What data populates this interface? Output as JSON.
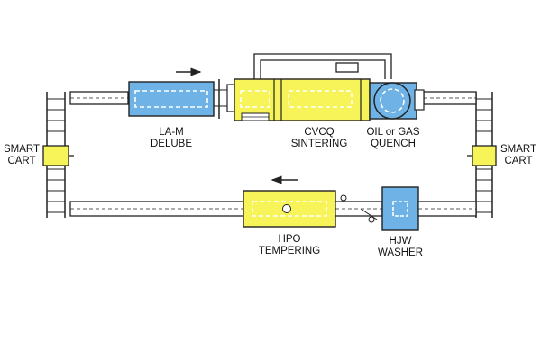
{
  "colors": {
    "blue": "#6fb3e6",
    "yellow": "#f7f45a",
    "line": "#222222",
    "conveyor": "#ffffff"
  },
  "stations": {
    "lam": {
      "line1": "LA-M",
      "line2": "DELUBE",
      "color": "#6fb3e6"
    },
    "cvcq": {
      "line1": "CVCQ",
      "line2": "SINTERING",
      "color": "#f7f45a"
    },
    "quench": {
      "line1": "OIL or GAS",
      "line2": "QUENCH",
      "color": "#6fb3e6"
    },
    "hpo": {
      "line1": "HPO",
      "line2": "TEMPERING",
      "color": "#f7f45a"
    },
    "hjw": {
      "line1": "HJW",
      "line2": "WASHER",
      "color": "#6fb3e6"
    },
    "cart_left": {
      "line1": "SMART",
      "line2": "CART",
      "color": "#f7f45a"
    },
    "cart_right": {
      "line1": "SMART",
      "line2": "CART",
      "color": "#f7f45a"
    }
  },
  "flow": {
    "top_direction": "right",
    "bottom_direction": "left"
  },
  "icons": [
    "flow-arrow-right-icon",
    "flow-arrow-left-icon",
    "gauge-icon"
  ]
}
